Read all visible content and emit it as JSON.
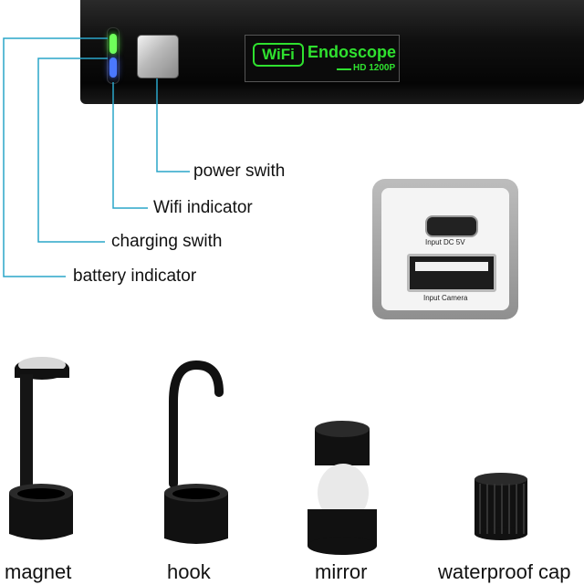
{
  "device": {
    "wifi_badge": "WiFi",
    "brand": "Endoscope",
    "model": "HD 1200P"
  },
  "callouts": {
    "power": "power swith",
    "wifi": "Wifi indicator",
    "charging": "charging swith",
    "battery": "battery indicator"
  },
  "ports": {
    "top_port": "Input DC 5V",
    "bottom_port": "Input Camera"
  },
  "accessories": [
    {
      "label": "magnet"
    },
    {
      "label": "hook"
    },
    {
      "label": "mirror"
    },
    {
      "label": "waterproof cap"
    }
  ],
  "colors": {
    "callout_line": "#2aa5c9",
    "logo_green": "#2fe12f"
  }
}
